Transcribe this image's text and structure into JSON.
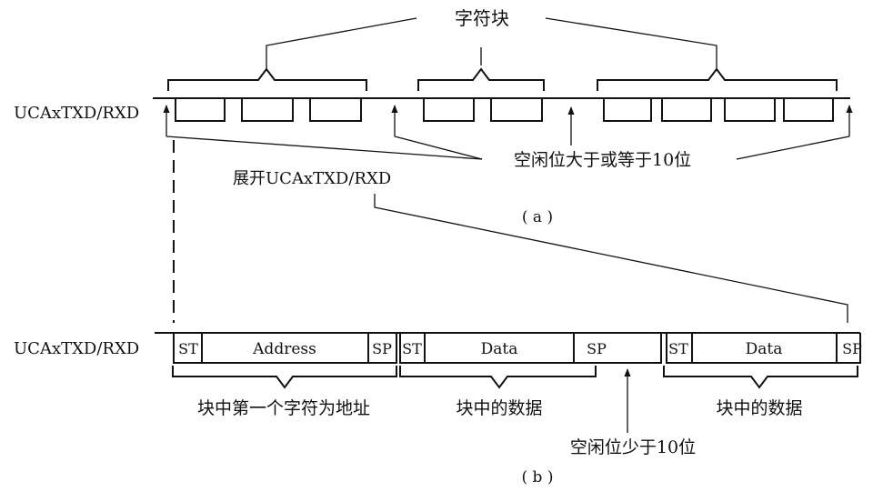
{
  "part_a": {
    "block_label": "字符块",
    "signal_label": "UCAxTXD/RXD",
    "idle_label": "空闲位大于或等于10位",
    "expand_label": "展开UCAxTXD/RXD",
    "caption": "( a )"
  },
  "part_b": {
    "signal_label": "UCAxTXD/RXD",
    "frames": [
      {
        "start": "ST",
        "field": "Address",
        "stop": "SP"
      },
      {
        "start": "ST",
        "field": "Data",
        "stop": "SP"
      },
      {
        "start": "ST",
        "field": "Data",
        "stop": "SP"
      }
    ],
    "brace_labels": [
      "块中第一个字符为地址",
      "块中的数据",
      "块中的数据"
    ],
    "idle_label": "空闲位少于10位",
    "caption": "( b )"
  }
}
